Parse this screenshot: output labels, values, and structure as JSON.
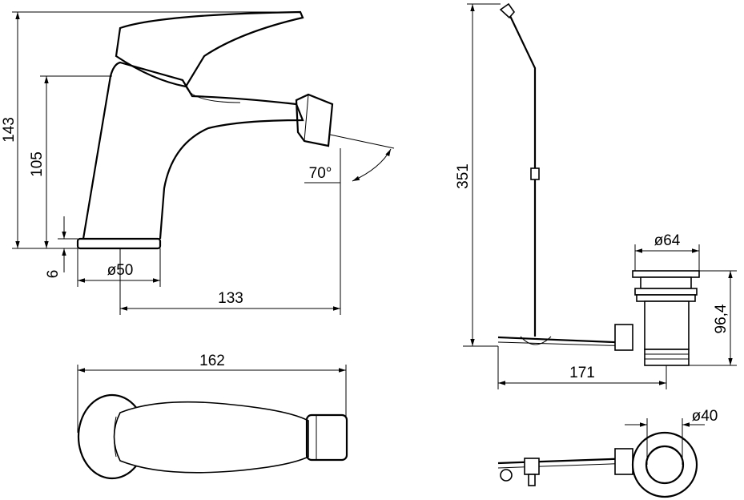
{
  "title": "Bidet mixer technical drawing",
  "dimensions": {
    "total_height": "143",
    "spout_height": "105",
    "base_height": "6",
    "base_diameter": "ø50",
    "spout_reach": "133",
    "spout_angle": "70°",
    "total_length": "162",
    "rod_height": "351",
    "waste_diameter": "ø64",
    "waste_height": "96,4",
    "rod_reach": "171",
    "waste_outlet_diameter": "ø40"
  }
}
